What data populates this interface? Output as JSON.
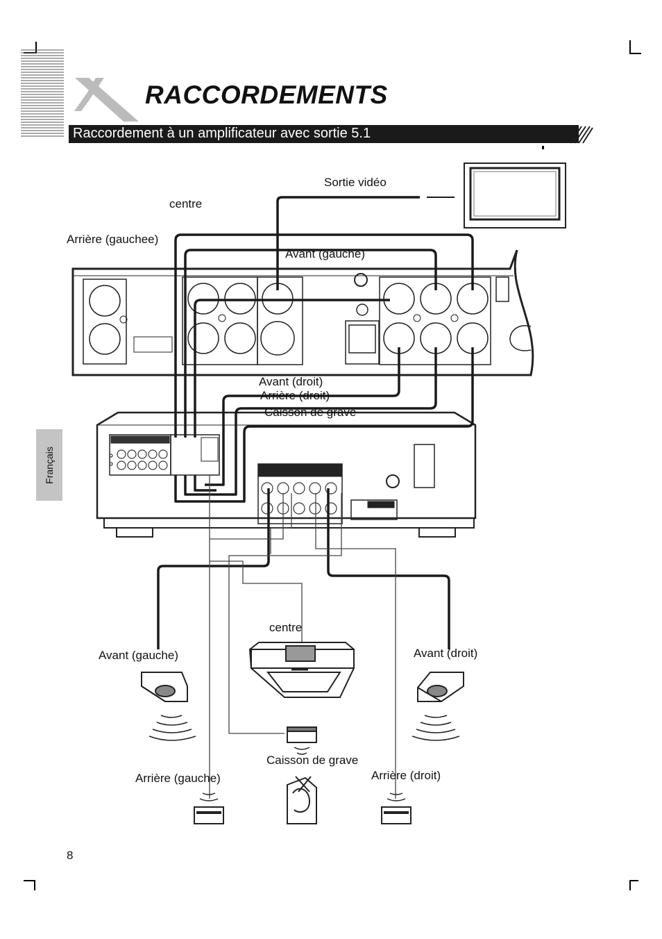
{
  "header": {
    "title": "RACCORDEMENTS",
    "subtitle": "Raccordement à un amplificateur avec sortie 5.1"
  },
  "sidebar": {
    "language_tab": "Français"
  },
  "footer": {
    "page_number": "8"
  },
  "diagram": {
    "labels": {
      "video_out": "Sortie vidéo",
      "center_top": "centre",
      "rear_left_top": "Arrière (gauchee)",
      "front_left_top": "Avant (gauche)",
      "front_right_mid": "Avant (droit)",
      "rear_right_mid": "Arrière (droit)",
      "subwoofer_mid": "Caisson de grave",
      "center_speaker": "centre",
      "front_left_speaker": "Avant (gauche)",
      "front_right_speaker": "Avant (droit)",
      "subwoofer_speaker": "Caisson de grave",
      "rear_left_speaker": "Arrière (gauche)",
      "rear_right_speaker": "Arrière (droit)"
    }
  }
}
